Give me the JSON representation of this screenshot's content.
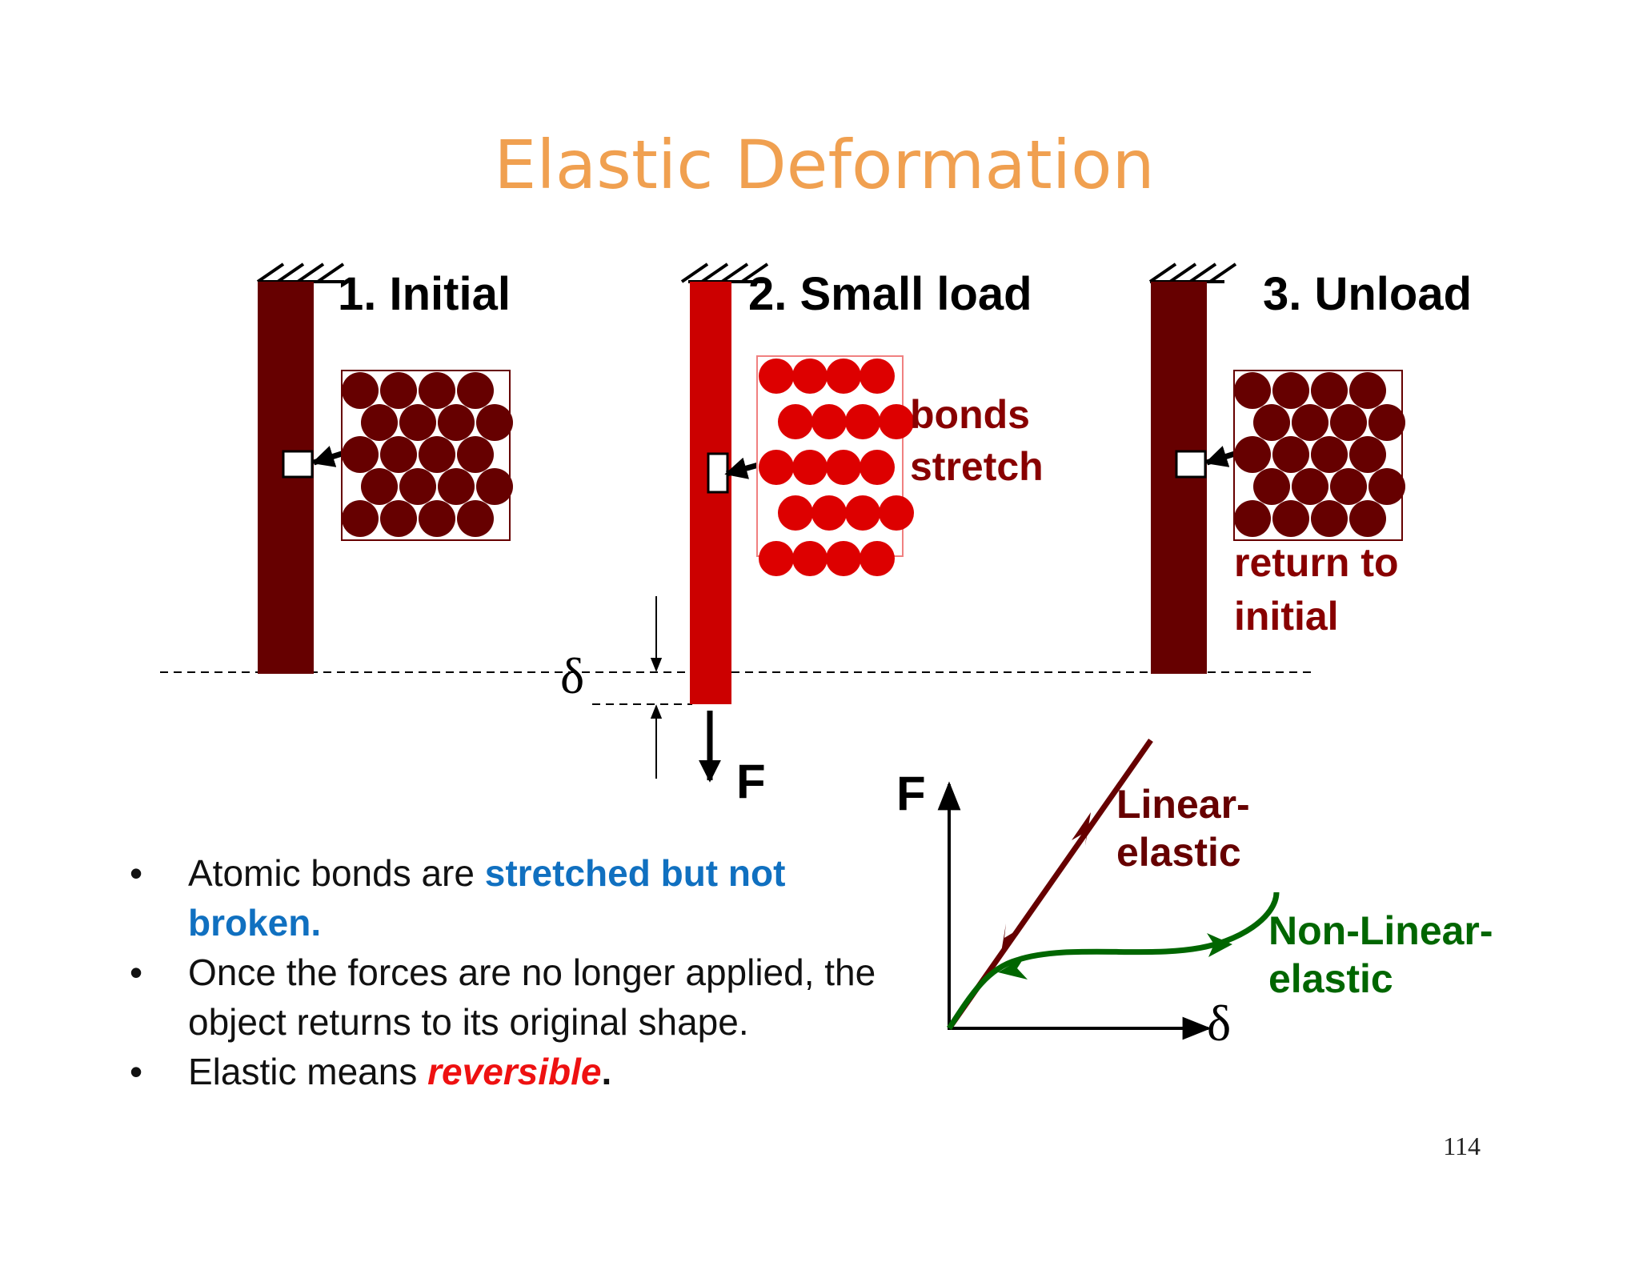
{
  "slide": {
    "title": "Elastic Deformation",
    "page_number": "114"
  },
  "colors": {
    "title": "#F0A050",
    "dark_bar": "#660000",
    "red_bar": "#CC0000",
    "atom_dark": "#660000",
    "atom_red": "#DD0000",
    "note": "#880000",
    "linear": "#660000",
    "nonlinear": "#006600",
    "highlight_blue": "#1070C0",
    "highlight_red": "#EE1111"
  },
  "panels": {
    "initial": {
      "label": "1. Initial"
    },
    "small_load": {
      "label": "2. Small load",
      "note_line1": "bonds",
      "note_line2": "stretch"
    },
    "unload": {
      "label": "3. Unload",
      "note_line1": "return to",
      "note_line2": "initial"
    }
  },
  "deflection": {
    "delta_symbol": "δ",
    "force_label": "F"
  },
  "graph": {
    "y_label": "F",
    "x_label": "δ",
    "linear_label_line1": "Linear-",
    "linear_label_line2": "elastic",
    "nonlinear_label_line1": "Non-Linear-",
    "nonlinear_label_line2": "elastic"
  },
  "bullets": [
    {
      "dot": "•",
      "pre": "Atomic bonds are ",
      "highlight": "stretched but not broken.",
      "post": ""
    },
    {
      "dot": "•",
      "pre": "Once the forces are no longer applied, the object returns to its original shape.",
      "highlight": "",
      "post": ""
    },
    {
      "dot": "•",
      "pre": "Elastic means ",
      "highlight": "reversible",
      "post": "."
    }
  ]
}
